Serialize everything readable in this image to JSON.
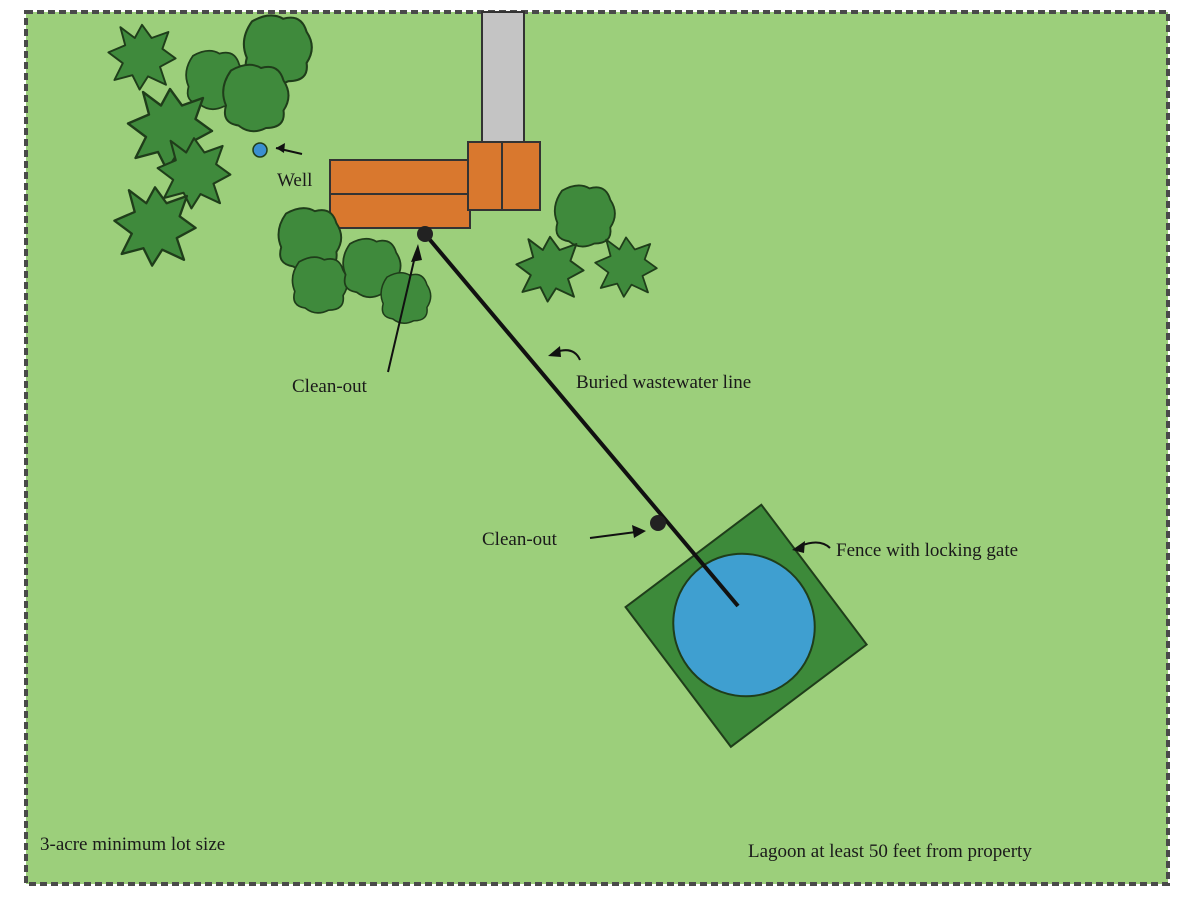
{
  "labels": {
    "well": "Well",
    "cleanout_house": "Clean-out",
    "buried_line": "Buried wastewater line",
    "cleanout_lagoon": "Clean-out",
    "fence": "Fence with locking gate",
    "lot_size": "3-acre minimum lot size",
    "setback": "Lagoon at least 50 feet from property"
  },
  "colors": {
    "lawn": "#9ccf7b",
    "property_line": "#4a4a4a",
    "house": "#d9782e",
    "driveway": "#c4c4c4",
    "shrub": "#3f8a3c",
    "fence_area": "#3d8a3a",
    "lagoon": "#3f9fd0",
    "well": "#3a8fd0",
    "line": "#111111"
  },
  "icons": [
    "well-icon",
    "cleanout-icon",
    "shrub-icon",
    "arrow-icon"
  ]
}
